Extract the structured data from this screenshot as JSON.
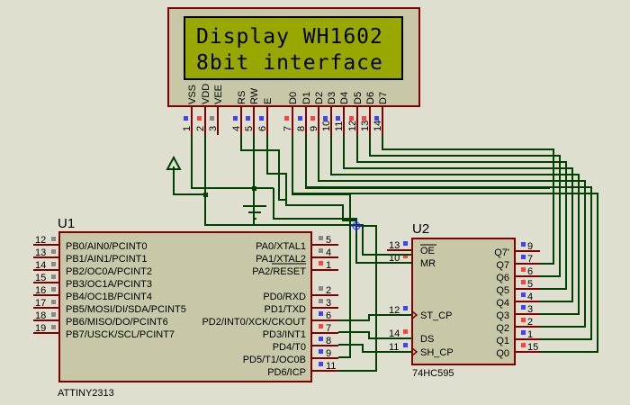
{
  "lcd": {
    "line1": "Display WH1602",
    "line2": "8bit interface",
    "pins": [
      {
        "num": "1",
        "name": "VSS",
        "state": "low"
      },
      {
        "num": "2",
        "name": "VDD",
        "state": "high"
      },
      {
        "num": "3",
        "name": "VEE",
        "state": "none"
      },
      {
        "num": "4",
        "name": "RS",
        "state": "low"
      },
      {
        "num": "5",
        "name": "RW",
        "state": "low"
      },
      {
        "num": "6",
        "name": "E",
        "state": "low"
      },
      {
        "num": "7",
        "name": "D0",
        "state": "high"
      },
      {
        "num": "8",
        "name": "D1",
        "state": "low"
      },
      {
        "num": "9",
        "name": "D2",
        "state": "high"
      },
      {
        "num": "10",
        "name": "D3",
        "state": "low"
      },
      {
        "num": "11",
        "name": "D4",
        "state": "low"
      },
      {
        "num": "12",
        "name": "D5",
        "state": "high"
      },
      {
        "num": "13",
        "name": "D6",
        "state": "high"
      },
      {
        "num": "14",
        "name": "D7",
        "state": "low"
      }
    ]
  },
  "u1": {
    "ref": "U1",
    "part": "ATTINY2313",
    "left_pins": [
      {
        "num": "12",
        "name": "PB0/AIN0/PCINT0",
        "state": "none"
      },
      {
        "num": "13",
        "name": "PB1/AIN1/PCINT1",
        "state": "none"
      },
      {
        "num": "14",
        "name": "PB2/OC0A/PCINT2",
        "state": "none"
      },
      {
        "num": "15",
        "name": "PB3/OC1A/PCINT3",
        "state": "none"
      },
      {
        "num": "16",
        "name": "PB4/OC1B/PCINT4",
        "state": "none"
      },
      {
        "num": "17",
        "name": "PB5/MOSI/DI/SDA/PCINT5",
        "state": "none"
      },
      {
        "num": "18",
        "name": "PB6/MISO/DO/PCINT6",
        "state": "none"
      },
      {
        "num": "19",
        "name": "PB7/USCK/SCL/PCINT7",
        "state": "none"
      }
    ],
    "right_pins": [
      {
        "num": "5",
        "name": "PA0/XTAL1",
        "state": "none"
      },
      {
        "num": "4",
        "name": "PA1/XTAL2",
        "state": "none"
      },
      {
        "num": "1",
        "name": "PA2/RESET",
        "state": "high"
      },
      {
        "num": "2",
        "name": "PD0/RXD",
        "state": "none"
      },
      {
        "num": "3",
        "name": "PD1/TXD",
        "state": "none"
      },
      {
        "num": "6",
        "name": "PD2/INT0/XCK/CKOUT",
        "state": "low"
      },
      {
        "num": "7",
        "name": "PD3/INT1",
        "state": "high"
      },
      {
        "num": "8",
        "name": "PD4/T0",
        "state": "low"
      },
      {
        "num": "9",
        "name": "PD5/T1/OC0B",
        "state": "low"
      },
      {
        "num": "11",
        "name": "PD6/ICP",
        "state": "low"
      }
    ]
  },
  "u2": {
    "ref": "U2",
    "part": "74HC595",
    "left_pins": [
      {
        "num": "13",
        "name": "OE",
        "state": "low"
      },
      {
        "num": "10",
        "name": "MR",
        "state": "high"
      },
      {
        "num": "12",
        "name": "ST_CP",
        "state": "low"
      },
      {
        "num": "14",
        "name": "DS",
        "state": "high"
      },
      {
        "num": "11",
        "name": "SH_CP",
        "state": "low"
      }
    ],
    "right_pins": [
      {
        "num": "9",
        "name": "Q7'",
        "state": "low"
      },
      {
        "num": "7",
        "name": "Q7",
        "state": "low"
      },
      {
        "num": "6",
        "name": "Q6",
        "state": "high"
      },
      {
        "num": "5",
        "name": "Q5",
        "state": "high"
      },
      {
        "num": "4",
        "name": "Q4",
        "state": "low"
      },
      {
        "num": "3",
        "name": "Q3",
        "state": "low"
      },
      {
        "num": "2",
        "name": "Q2",
        "state": "high"
      },
      {
        "num": "1",
        "name": "Q1",
        "state": "low"
      },
      {
        "num": "15",
        "name": "Q0",
        "state": "high"
      }
    ]
  },
  "colors": {
    "background": "#dfdfd0",
    "body": "#c8c8a8",
    "outline": "#800000",
    "wire": "#004000",
    "lcd_screen": "#99a800",
    "state_high": "#ff4040",
    "state_low": "#4040ff",
    "state_none": "#888888"
  }
}
